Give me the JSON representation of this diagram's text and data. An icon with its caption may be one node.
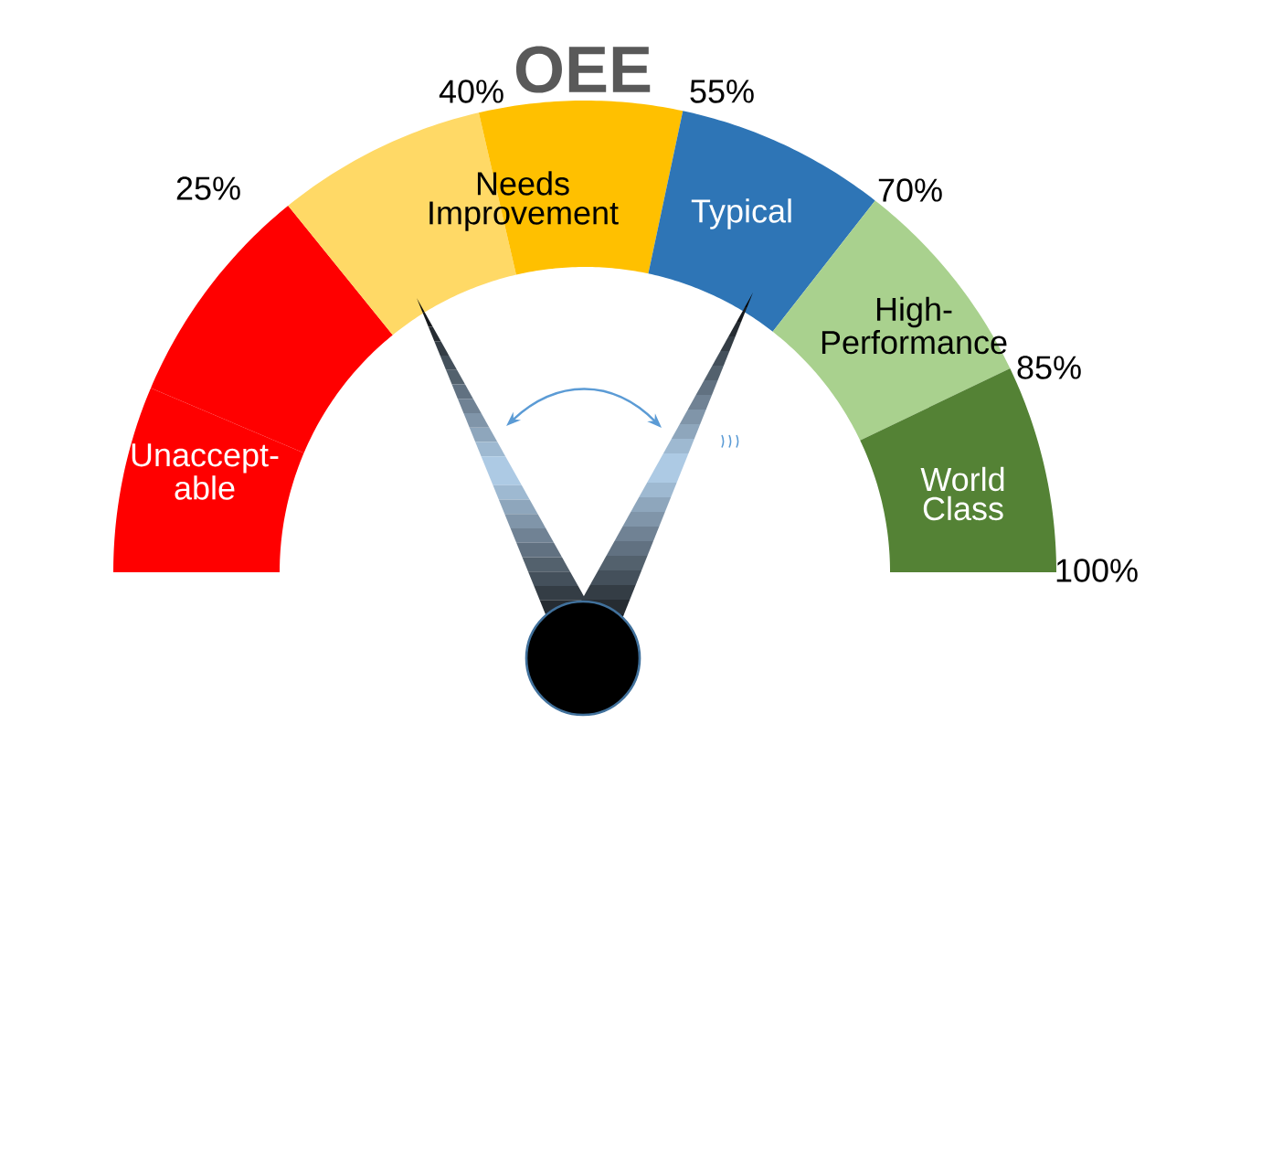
{
  "diagram": {
    "title": "OEE",
    "nodes": [
      {
        "text": [
          "Unaccept- able"
        ]
      },
      {
        "text": [],
        "shape": "band"
      },
      {
        "text": [],
        "shape": "band"
      },
      {
        "text": [
          "Needs Improvement"
        ]
      },
      {
        "text": [
          "Typical"
        ]
      },
      {
        "text": [
          "High- Performance"
        ]
      },
      {
        "text": [
          "World Class"
        ]
      }
    ],
    "edges": [],
    "labels": [
      "25%",
      "40%",
      "55%",
      "70%",
      "85%",
      "100%"
    ]
  }
}
